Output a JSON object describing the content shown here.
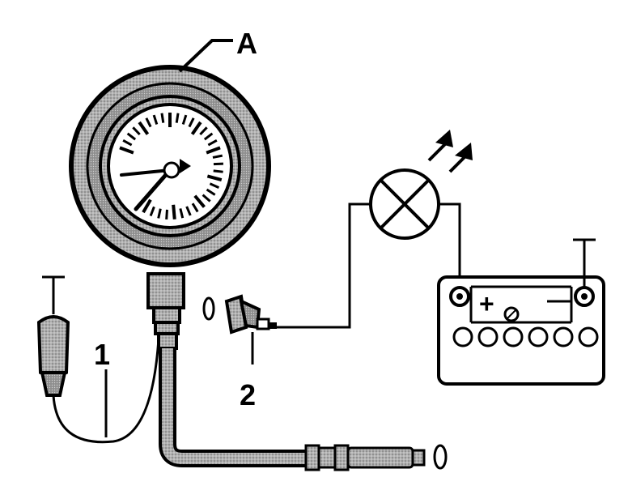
{
  "labels": {
    "gauge": "A",
    "ground_lead": "1",
    "sender": "2",
    "battery_plus": "+",
    "battery_minus": "—"
  },
  "colors": {
    "ink": "#000000",
    "hatch": "#9a9a9a",
    "paper": "#ffffff"
  },
  "icons": [
    "pressure-gauge-icon",
    "lamp-icon",
    "battery-icon",
    "sensor-icon",
    "ground-clip-icon",
    "ground-symbol-icon",
    "light-rays-icon",
    "o-ring-icon",
    "hose-fitting-icon"
  ]
}
